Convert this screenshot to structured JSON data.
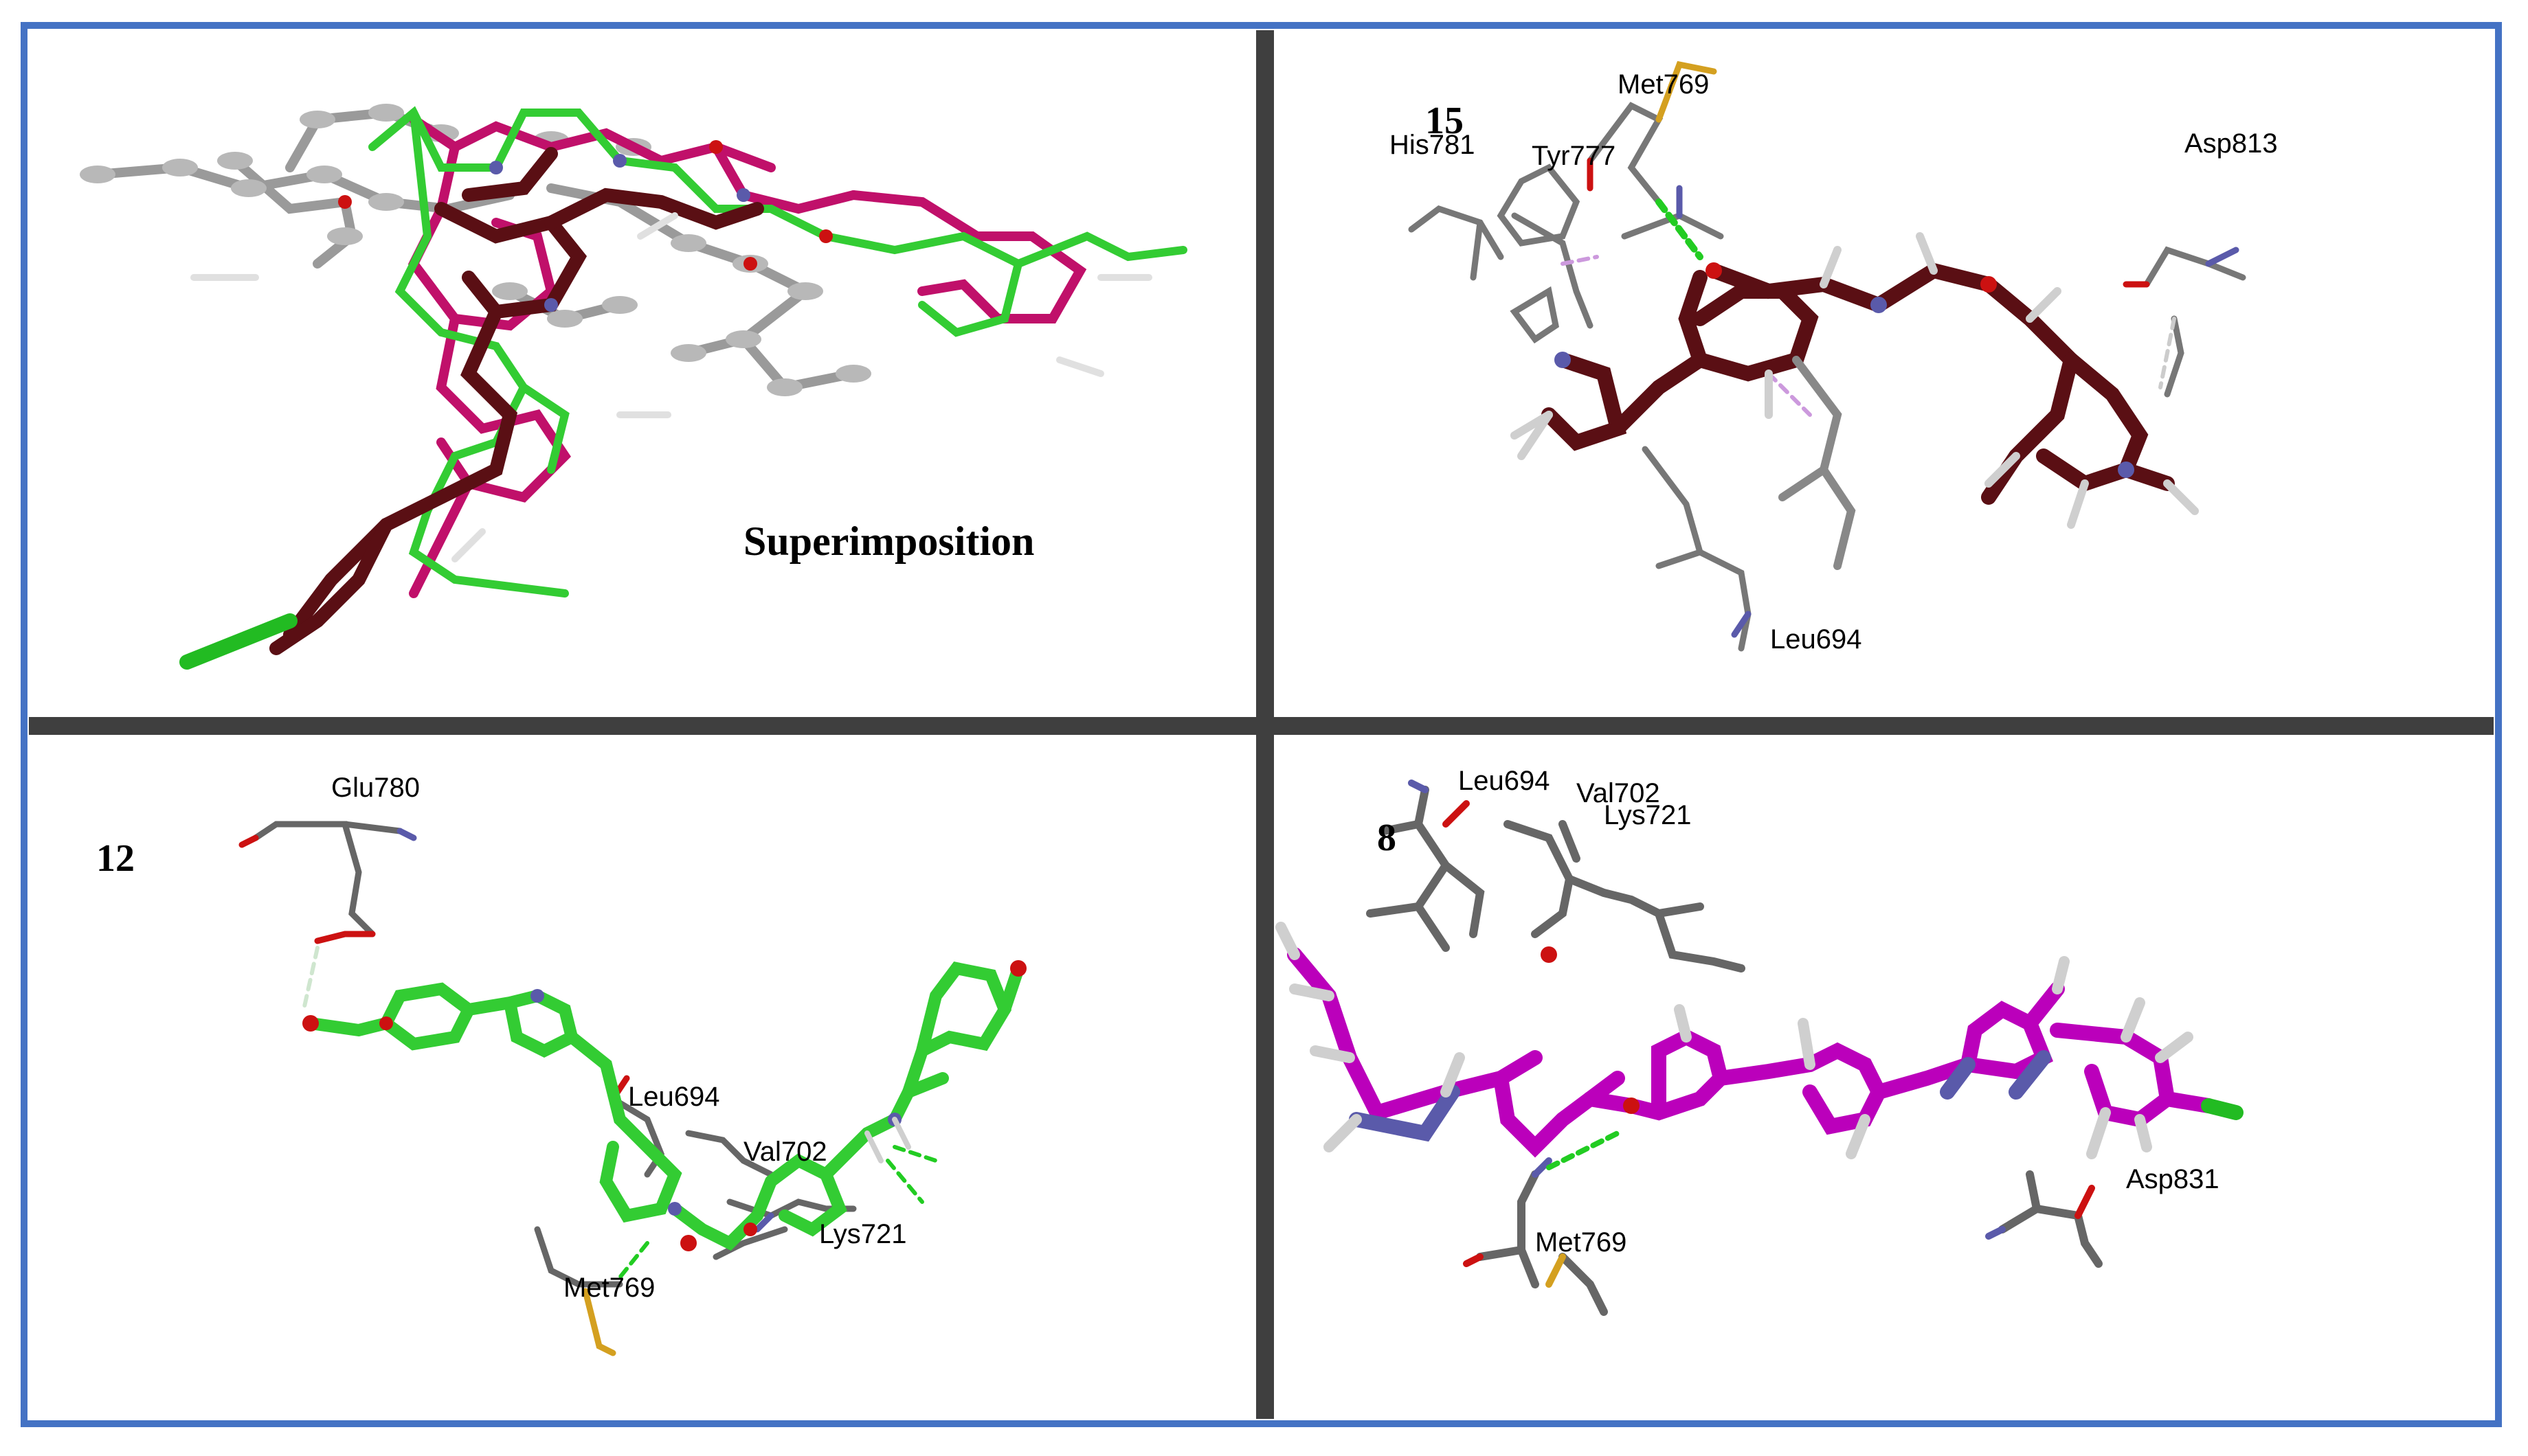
{
  "panels": {
    "superimposition": {
      "label": "Superimposition"
    },
    "compound_15": {
      "id": "15",
      "residues": [
        "Met769",
        "His781",
        "Tyr777",
        "Asp813",
        "Leu694"
      ]
    },
    "compound_12": {
      "id": "12",
      "residues": [
        "Glu780",
        "Leu694",
        "Val702",
        "Lys721",
        "Met769"
      ]
    },
    "compound_8": {
      "id": "8",
      "residues": [
        "Leu694",
        "Val702",
        "Lys721",
        "Asp831",
        "Met769"
      ]
    }
  },
  "colors": {
    "border": "#4472c4",
    "divider": "#3f3f3f",
    "compound_15": "#5a0f14",
    "compound_12": "#33cc33",
    "compound_8": "#bb00bb",
    "superimposition_magenta": "#c0106a",
    "residue_carbon": "#555555",
    "hydrogen": "#c8c8c8",
    "nitrogen": "#5a5aaa",
    "oxygen": "#cc1111",
    "sulfur": "#d4a020",
    "chlorine": "#22bb22",
    "hbond": "#22cc22"
  }
}
